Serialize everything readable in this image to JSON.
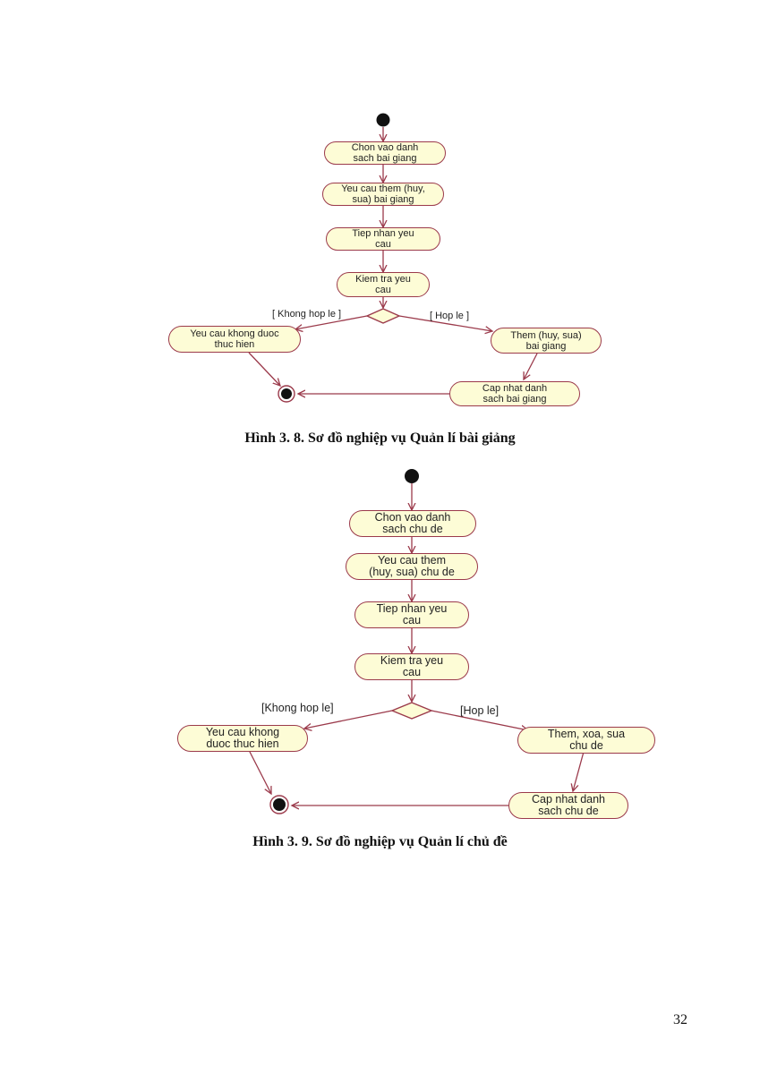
{
  "figure_1": {
    "nodes": {
      "choose_list": "Chon vao danh\nsach bai giang",
      "request_change": "Yeu cau them (huy,\nsua) bai giang",
      "receive_request": "Tiep nhan yeu\ncau",
      "check_request": "Kiem tra yeu\ncau",
      "not_executed": "Yeu cau khong duoc\nthuc hien",
      "do_change": "Them (huy, sua)\nbai giang",
      "update_list": "Cap nhat danh\nsach bai giang"
    },
    "guards": {
      "invalid": "[ Khong hop le ]",
      "valid": "[ Hop le ]"
    },
    "caption": "Hình 3. 8. Sơ đồ nghiệp vụ Quản lí bài giảng"
  },
  "figure_2": {
    "nodes": {
      "choose_list": "Chon vao danh\nsach chu de",
      "request_change": "Yeu cau them\n(huy, sua) chu de",
      "receive_request": "Tiep nhan yeu\ncau",
      "check_request": "Kiem tra yeu\ncau",
      "not_executed": "Yeu cau khong\nduoc thuc hien",
      "do_change": "Them, xoa, sua\nchu de",
      "update_list": "Cap nhat danh\nsach chu de"
    },
    "guards": {
      "invalid": "[Khong hop le]",
      "valid": "[Hop le]"
    },
    "caption": "Hình 3. 9. Sơ đồ nghiệp vụ Quản lí chủ đề"
  },
  "page_number": "32",
  "colors": {
    "node_fill": "#fdfcd6",
    "border": "#9b3a4b",
    "start_end": "#111111"
  }
}
